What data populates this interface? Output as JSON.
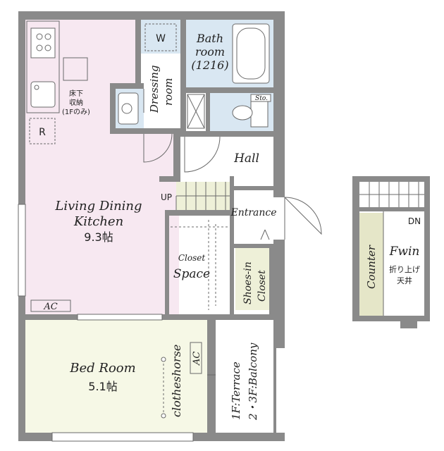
{
  "rooms": {
    "ldk": {
      "name_line1": "Living Dining",
      "name_line2": "Kitchen",
      "size": "9.3帖"
    },
    "bed": {
      "name": "Bed Room",
      "size": "5.1帖"
    },
    "bath": {
      "line1": "Bath",
      "line2": "room",
      "line3": "(1216)"
    },
    "dressing": {
      "line1": "Dressing",
      "line2": "room"
    },
    "hall": "Hall",
    "entrance": "Entrance",
    "closet": {
      "line1": "Closet",
      "line2": "Space"
    },
    "shoes": {
      "line1": "Shoes-in",
      "line2": "Closet"
    },
    "terrace": {
      "line1": "1F:Terrace",
      "line2": "2・3F:Balcony"
    },
    "loft": {
      "name": "Fwin",
      "note1": "折り上げ",
      "note2": "天井",
      "counter": "Counter",
      "dn": "DN"
    }
  },
  "labels": {
    "washer": "W",
    "fridge": "R",
    "underfloor1": "床下",
    "underfloor2": "収納",
    "underfloor3": "(1Fのみ)",
    "up": "UP",
    "sto": "Sto.",
    "ac": "AC",
    "clotheshorse": "clotheshorse"
  },
  "colors": {
    "ldk_fill": "#f7e8f1",
    "bed_fill": "#f6f8e6",
    "wet_fill": "#d9e7f2",
    "counter_fill": "#e5e6c8",
    "stair_fill": "#eef0d8",
    "wall": "#8a8a8a"
  }
}
